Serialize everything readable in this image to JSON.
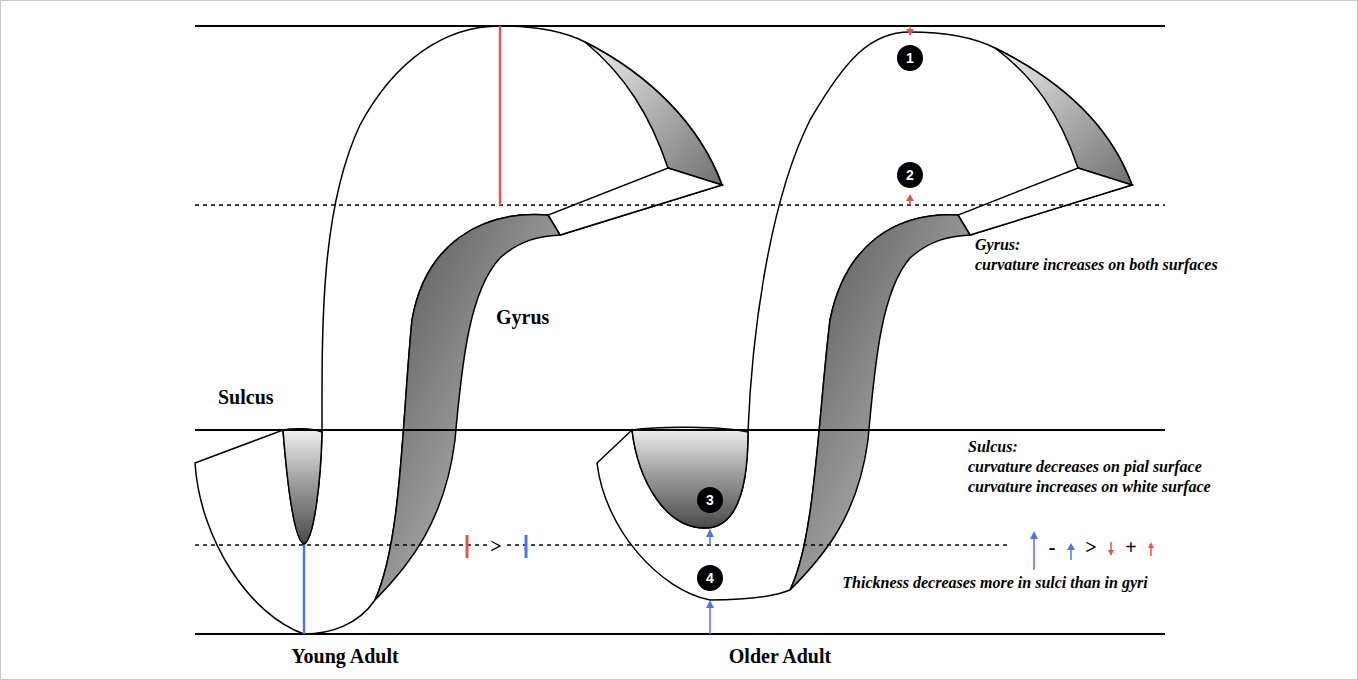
{
  "diagram": {
    "nodes": [
      {
        "text": [
          "1"
        ]
      },
      {
        "text": [
          "2"
        ]
      },
      {
        "text": [
          "3"
        ]
      },
      {
        "text": [
          "4"
        ]
      }
    ],
    "labels": [
      "Gyrus",
      "Sulcus",
      "Gyrus:",
      "curvature increases on both surfaces",
      "Sulcus:",
      "curvature decreases on pial surface",
      "curvature increases on white surface",
      ">",
      "-",
      ">",
      "+",
      "Thickness decreases more in sulci than in gyri",
      "Young Adult",
      "Older Adult"
    ]
  }
}
